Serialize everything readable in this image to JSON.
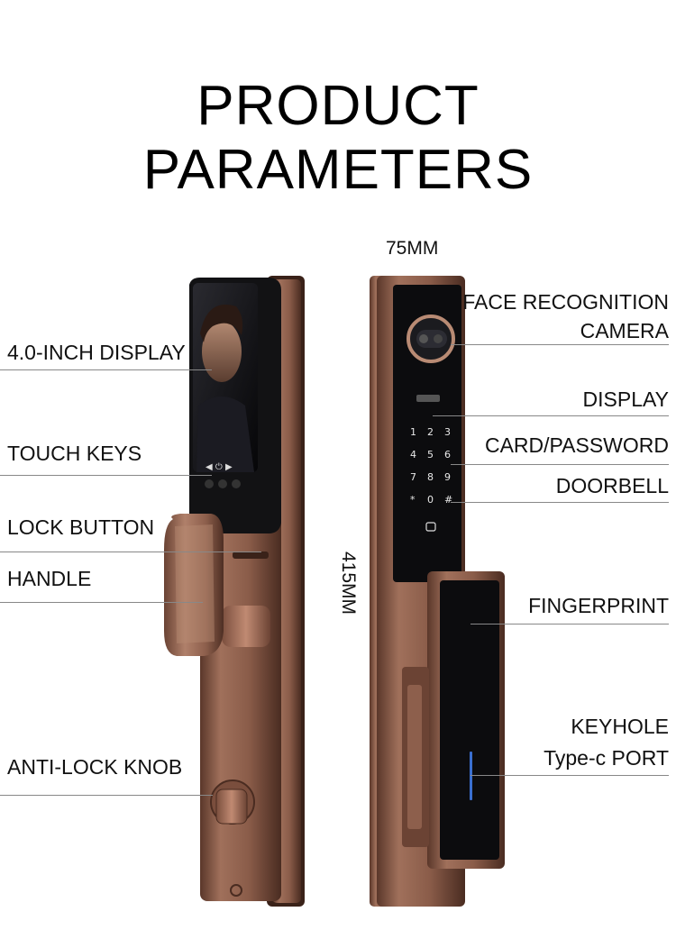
{
  "title": "PRODUCT PARAMETERS",
  "dimensions": {
    "width": "75MM",
    "height": "415MM"
  },
  "left_labels": {
    "display": "4.0-INCH DISPLAY",
    "touch_keys": "TOUCH KEYS",
    "lock_button": "LOCK BUTTON",
    "handle": "HANDLE",
    "anti_lock_knob": "ANTI-LOCK KNOB"
  },
  "right_labels": {
    "face_line1": "FACE RECOGNITION",
    "face_line2": "CAMERA",
    "display": "DISPLAY",
    "card_password": "CARD/PASSWORD",
    "doorbell": "DOORBELL",
    "fingerprint": "FINGERPRINT",
    "keyhole": "KEYHOLE",
    "typec": "Type-c PORT"
  },
  "keypad": [
    "1",
    "2",
    "3",
    "4",
    "5",
    "6",
    "7",
    "8",
    "9",
    "*",
    "0",
    "#"
  ],
  "colors": {
    "bronze": "#9b6a55",
    "bronze_dark": "#5e3a2c",
    "panel": "#0c0c0e",
    "accent": "#3a6fd0"
  }
}
